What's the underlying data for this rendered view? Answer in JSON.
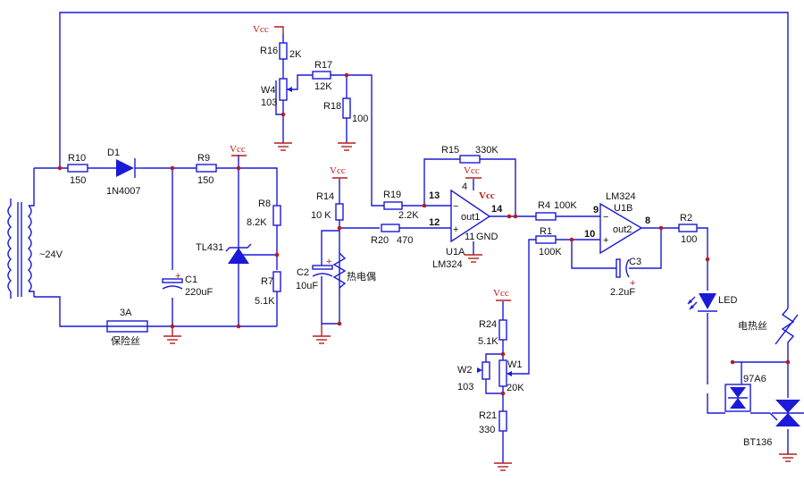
{
  "supply": {
    "vcc": "Vcc"
  },
  "transformer": {
    "label": "~24V"
  },
  "fuse": {
    "rating": "3A",
    "name": "保险丝"
  },
  "resistors": {
    "r10": {
      "ref": "R10",
      "val": "150"
    },
    "r9": {
      "ref": "R9",
      "val": "150"
    },
    "r8": {
      "ref": "R8",
      "val": "8.2K"
    },
    "r7": {
      "ref": "R7",
      "val": "5.1K"
    },
    "r16": {
      "ref": "R16",
      "val": "2K"
    },
    "r17": {
      "ref": "R17",
      "val": "12K"
    },
    "r18": {
      "ref": "R18",
      "val": "100"
    },
    "r14": {
      "ref": "R14",
      "val": "10 K"
    },
    "r19": {
      "ref": "R19",
      "val": "2.2K"
    },
    "r20": {
      "ref": "R20",
      "val": "470"
    },
    "r15": {
      "ref": "R15",
      "val": "330K"
    },
    "r4": {
      "ref": "R4",
      "val": "100K"
    },
    "r1": {
      "ref": "R1",
      "val": "100K"
    },
    "r2": {
      "ref": "R2",
      "val": "100"
    },
    "r24": {
      "ref": "R24",
      "val": "5.1K"
    },
    "r21": {
      "ref": "R21",
      "val": "330"
    }
  },
  "pots": {
    "w4": {
      "ref": "W4",
      "val": "103"
    },
    "w2": {
      "ref": "W2",
      "val": "103"
    },
    "w1": {
      "ref": "W1",
      "val": "20K"
    }
  },
  "caps": {
    "c1": {
      "ref": "C1",
      "val": "220uF"
    },
    "c2": {
      "ref": "C2",
      "val": "10uF"
    },
    "c3": {
      "ref": "C3",
      "val": "2.2uF"
    }
  },
  "diode": {
    "ref": "D1",
    "val": "1N4007"
  },
  "regulator": {
    "ref": "TL431"
  },
  "thermocouple": {
    "name": "热电偶"
  },
  "opamp_a": {
    "ref": "U1A",
    "part": "LM324",
    "out": "out1",
    "pin_inv": "13",
    "pin_non": "12",
    "pin_out": "14",
    "pin_vcc": "4",
    "pin_gnd": "11",
    "gnd": "GND",
    "vcc": "Vcc"
  },
  "opamp_b": {
    "ref": "U1B",
    "part": "LM324",
    "out": "out2",
    "pin_inv": "9",
    "pin_non": "10",
    "pin_out": "8"
  },
  "led": {
    "ref": "LED"
  },
  "heater": {
    "name": "电热丝"
  },
  "optocoupler": {
    "ref": "97A6"
  },
  "triac": {
    "ref": "BT136"
  },
  "signs": {
    "minus": "−",
    "plus": "+",
    "cap_plus": "+"
  }
}
